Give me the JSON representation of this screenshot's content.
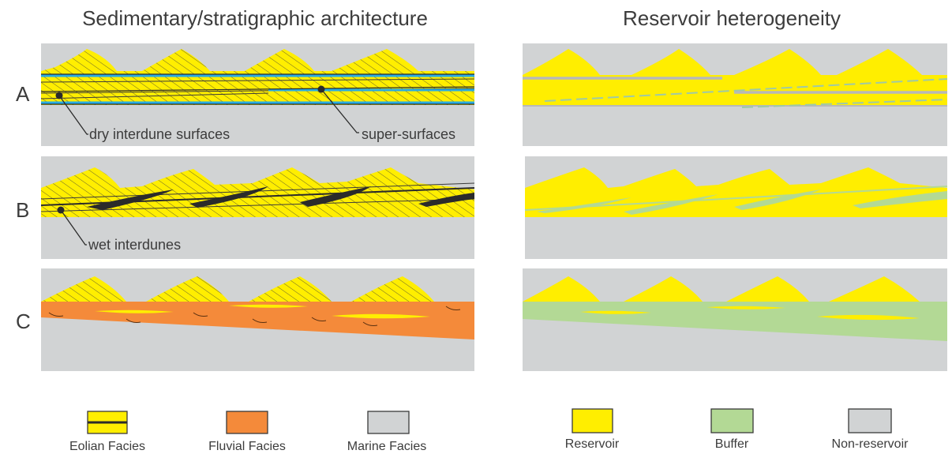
{
  "titles": {
    "left": "Sedimentary/stratigraphic architecture",
    "right": "Reservoir heterogeneity"
  },
  "rows": [
    "A",
    "B",
    "C"
  ],
  "annotations": {
    "dry_interdune": "dry interdune surfaces",
    "super_surfaces": "super-surfaces",
    "wet_interdunes": "wet interdunes"
  },
  "legend_left": [
    {
      "label": "Eolian Facies",
      "color": "#ffee00"
    },
    {
      "label": "Fluvial Facies",
      "color": "#f48a3a"
    },
    {
      "label": "Marine Facies",
      "color": "#d1d3d4"
    }
  ],
  "legend_right": [
    {
      "label": "Reservoir",
      "color": "#ffee00"
    },
    {
      "label": "Buffer",
      "color": "#b3d995"
    },
    {
      "label": "Non-reservoir",
      "color": "#d1d3d4"
    }
  ],
  "colors": {
    "yellow": "#ffee00",
    "orange": "#f48a3a",
    "gray": "#d1d3d4",
    "green": "#b3d995",
    "blue": "#29abe2",
    "dark": "#2b2b2b"
  }
}
